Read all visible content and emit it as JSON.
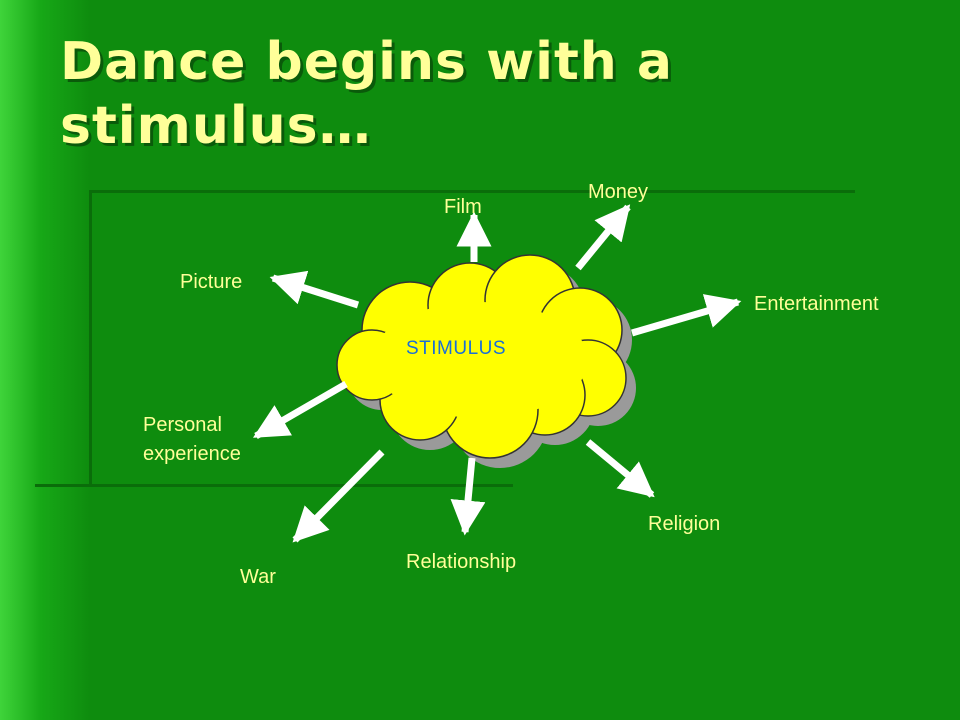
{
  "title": "Dance begins with a stimulus…",
  "center": "STIMULUS",
  "labels": {
    "film": "Film",
    "money": "Money",
    "picture": "Picture",
    "entertainment": "Entertainment",
    "personal_line1": "Personal",
    "personal_line2": "experience",
    "war": "War",
    "relationship": "Relationship",
    "religion": "Religion"
  },
  "colors": {
    "background": "#0e8c0e",
    "title_text": "#ffff99",
    "label_text": "#ffff99",
    "cloud_fill": "#ffff00",
    "cloud_shadow": "#9a9a9a",
    "arrow": "#ffffff",
    "center_text": "#1a6fd6"
  }
}
